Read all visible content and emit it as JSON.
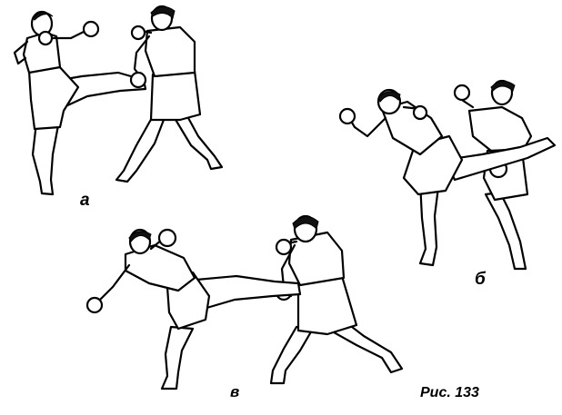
{
  "figure": {
    "panel_a_label": "a",
    "panel_b_label": "б",
    "panel_v_label": "в",
    "caption": "Рис. 133"
  }
}
